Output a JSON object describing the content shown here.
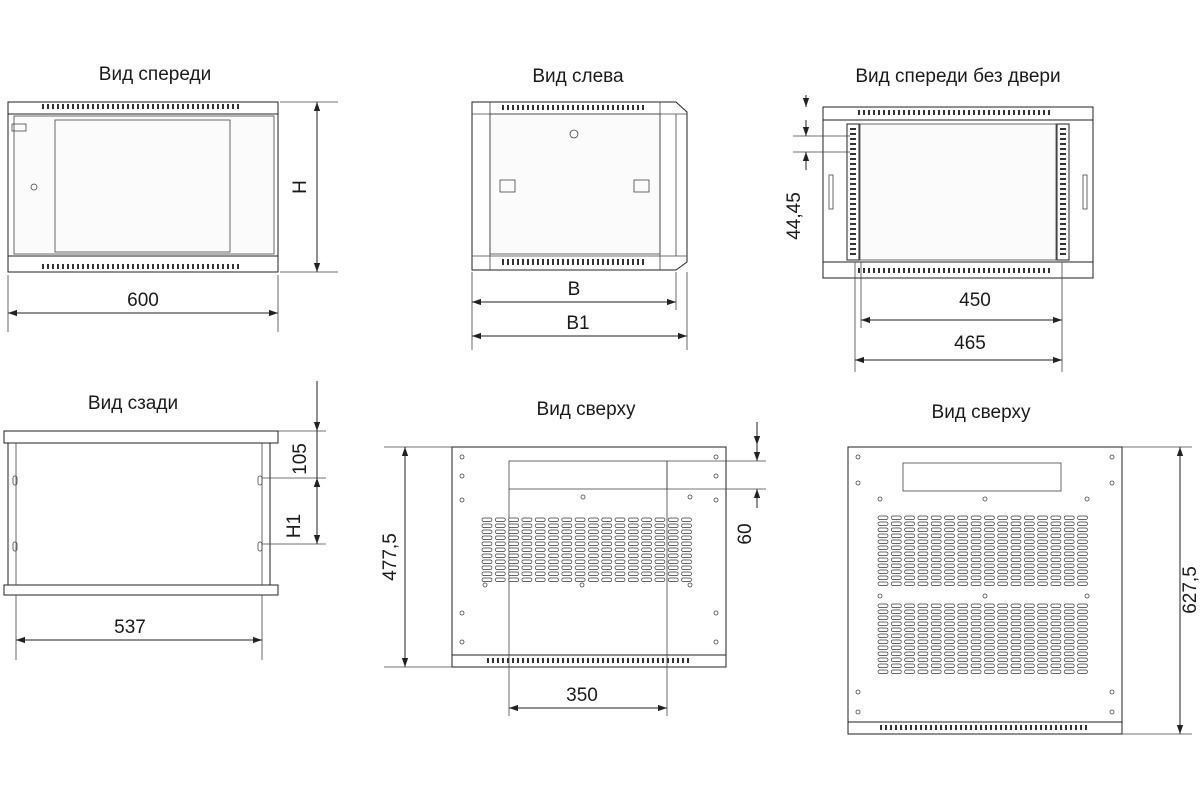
{
  "views": {
    "front": {
      "title": "Вид спереди",
      "width_label": "600",
      "height_label": "H"
    },
    "left": {
      "title": "Вид слева",
      "depth_label": "B",
      "depth_total_label": "B1"
    },
    "front_no_door": {
      "title": "Вид спереди без двери",
      "pitch_label": "44,45",
      "inner_label": "450",
      "outer_label": "465"
    },
    "rear": {
      "title": "Вид сзади",
      "width_label": "537",
      "offset_label": "105",
      "spacing_label": "H1"
    },
    "top_small": {
      "title": "Вид сверху",
      "depth_label": "477,5",
      "hole_spacing_label": "350",
      "offset_label": "60"
    },
    "top_large": {
      "title": "Вид сверху",
      "depth_label": "627,5"
    }
  }
}
